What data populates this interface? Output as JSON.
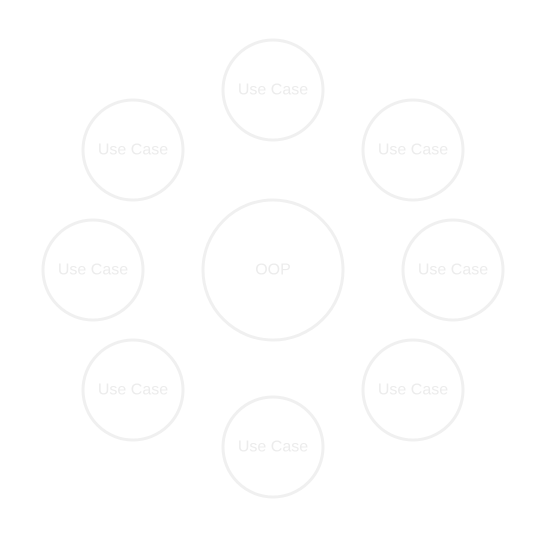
{
  "diagram": {
    "center": {
      "label": "OOP"
    },
    "use_cases": [
      {
        "label": "Use Case"
      },
      {
        "label": "Use Case"
      },
      {
        "label": "Use Case"
      },
      {
        "label": "Use Case"
      },
      {
        "label": "Use Case"
      },
      {
        "label": "Use Case"
      },
      {
        "label": "Use Case"
      },
      {
        "label": "Use Case"
      }
    ],
    "colors": {
      "stroke": "#f0f0f0",
      "text": "#ececec",
      "background": "#ffffff"
    }
  }
}
